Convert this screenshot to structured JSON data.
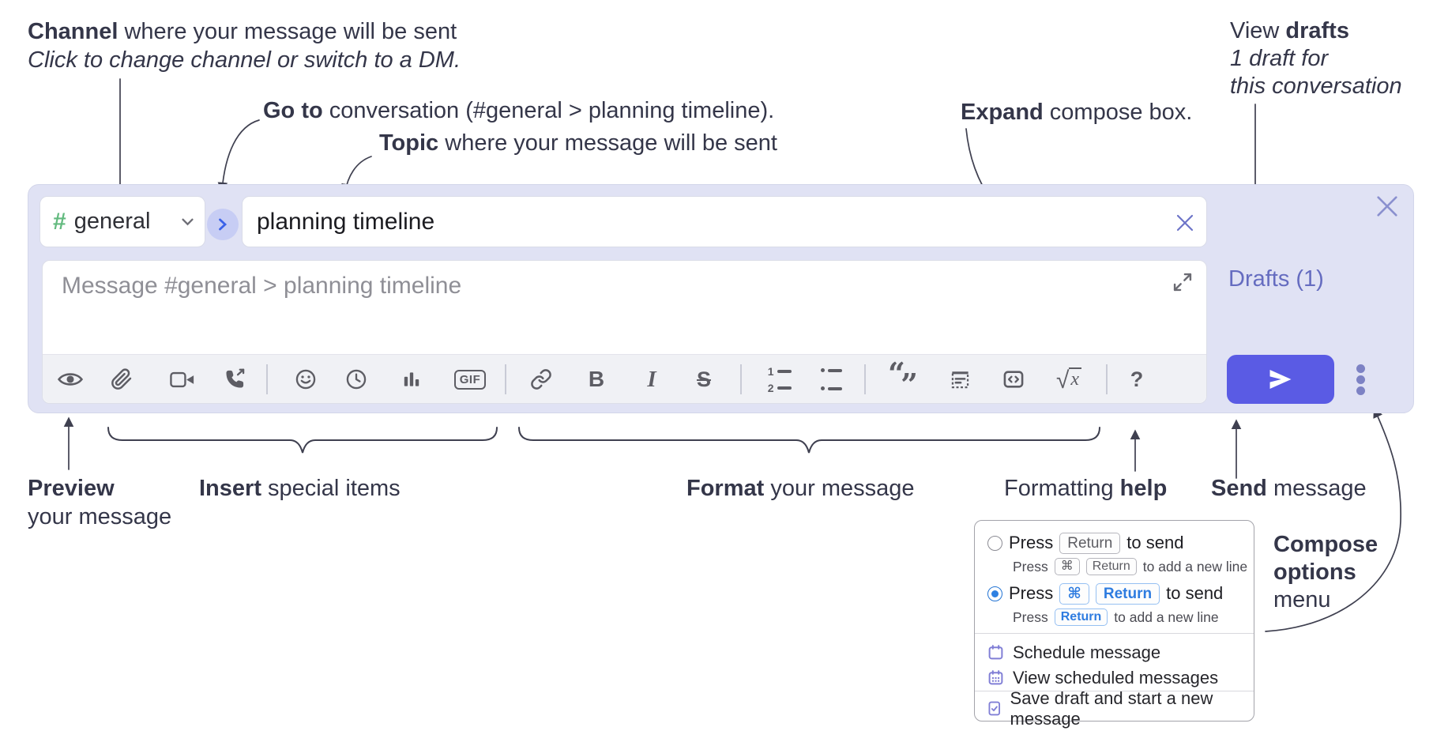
{
  "colors": {
    "accent_indigo": "#5a5be4",
    "container_bg": "#e0e2f4",
    "drafts_link": "#656cc0",
    "channel_hash_green": "#63ba7f",
    "selected_radio_blue": "#2e80e2",
    "annotation_text": "#343649",
    "toolbar_icon": "#5d5d64"
  },
  "annotations": {
    "channel": {
      "bold": "Channel",
      "rest": " where your message will be sent",
      "line2": "Click to change channel or switch to a DM."
    },
    "go_to": {
      "bold": "Go to",
      "rest": " conversation (#general > planning timeline)."
    },
    "topic": {
      "bold": "Topic",
      "rest": " where your message will be sent"
    },
    "expand": {
      "bold": "Expand",
      "rest": " compose box."
    },
    "view_drafts": {
      "pre": "View ",
      "bold": "drafts",
      "line2": "1 draft for",
      "line3": "this conversation"
    },
    "preview": {
      "bold": "Preview",
      "line2": "your message"
    },
    "insert": {
      "bold": "Insert",
      "rest": " special items"
    },
    "format": {
      "bold": "Format",
      "rest": " your message"
    },
    "formatting_help": {
      "pre": "Formatting ",
      "bold": "help"
    },
    "send": {
      "bold": "Send",
      "rest": " message"
    },
    "compose_options": {
      "line1": "Compose",
      "line2": "options",
      "line3": "menu"
    }
  },
  "compose": {
    "channel": {
      "hash": "#",
      "name": "general"
    },
    "topic_value": "planning timeline",
    "message_placeholder": "Message #general > planning timeline",
    "drafts_link": "Drafts (1)",
    "toolbar_labels": {
      "gif": "GIF",
      "bold": "B",
      "italic": "I",
      "strike": "S",
      "ol1": "1",
      "ol2": "2",
      "quote_open": "“",
      "quote_close": "”",
      "root": "√",
      "x": "x",
      "help": "?"
    }
  },
  "menu": {
    "option1": {
      "pre": "Press",
      "key": "Return",
      "post": "to send",
      "sub_pre": "Press",
      "sub_key1": "⌘",
      "sub_key2": "Return",
      "sub_post": "to add a new line"
    },
    "option2": {
      "pre": "Press",
      "key1": "⌘",
      "key2": "Return",
      "post": "to send",
      "sub_pre": "Press",
      "sub_key": "Return",
      "sub_post": "to add a new line"
    },
    "items": [
      "Schedule message",
      "View scheduled messages",
      "Save draft and start a new message"
    ]
  }
}
